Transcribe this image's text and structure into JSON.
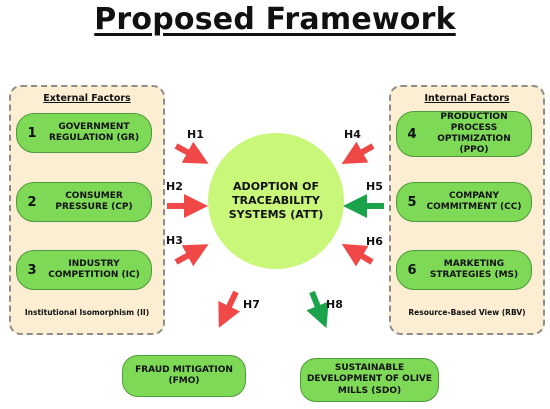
{
  "title": "Proposed Framework",
  "external": {
    "header": "External Factors",
    "footer": "Institutional Isomorphism (II)",
    "items": [
      {
        "num": "1",
        "label": "GOVERNMENT\nREGULATION (GR)"
      },
      {
        "num": "2",
        "label": "CONSUMER\nPRESSURE (CP)"
      },
      {
        "num": "3",
        "label": "INDUSTRY\nCOMPETITION (IC)"
      }
    ]
  },
  "internal": {
    "header": "Internal Factors",
    "footer": "Resource-Based View (RBV)",
    "items": [
      {
        "num": "4",
        "label": "PRODUCTION\nPROCESS\nOPTIMIZATION (PPO)"
      },
      {
        "num": "5",
        "label": "COMPANY\nCOMMITMENT (CC)"
      },
      {
        "num": "6",
        "label": "MARKETING\nSTRATEGIES (MS)"
      }
    ]
  },
  "center": "ADOPTION OF TRACEABILITY SYSTEMS (ATT)",
  "hypotheses": {
    "h1": "H1",
    "h2": "H2",
    "h3": "H3",
    "h4": "H4",
    "h5": "H5",
    "h6": "H6",
    "h7": "H7",
    "h8": "H8"
  },
  "outcomes": {
    "fmo": "FRAUD MITIGATION\n(FMO)",
    "sdo": "SUSTAINABLE\nDEVELOPMENT OF OLIVE\nMILLS (SDO)"
  },
  "colors": {
    "negative_arrow": "#f04747",
    "positive_arrow": "#1aa34a",
    "pill": "#7ed957",
    "center": "#c9f77a",
    "panel": "#fbeed2"
  }
}
